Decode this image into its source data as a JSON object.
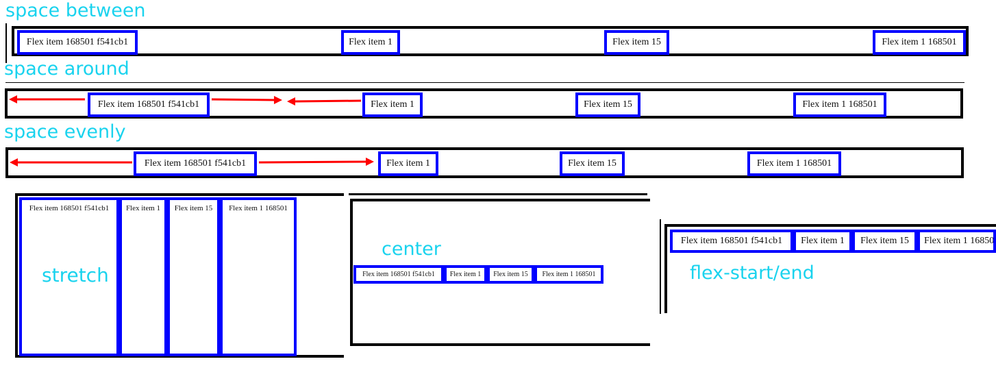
{
  "colors": {
    "label": "#1ad3ee",
    "item_border": "#0000ff",
    "container_border": "#000000",
    "arrow": "#ff0000"
  },
  "items": [
    "Flex item 168501 f541cb1",
    "Flex item 1",
    "Flex item 15",
    "Flex item 1 168501"
  ],
  "labels": {
    "space_between": "space between",
    "space_around": "space around",
    "space_evenly": "space evenly",
    "stretch": "stretch",
    "center": "center",
    "flex_start_end": "flex-start/end"
  }
}
